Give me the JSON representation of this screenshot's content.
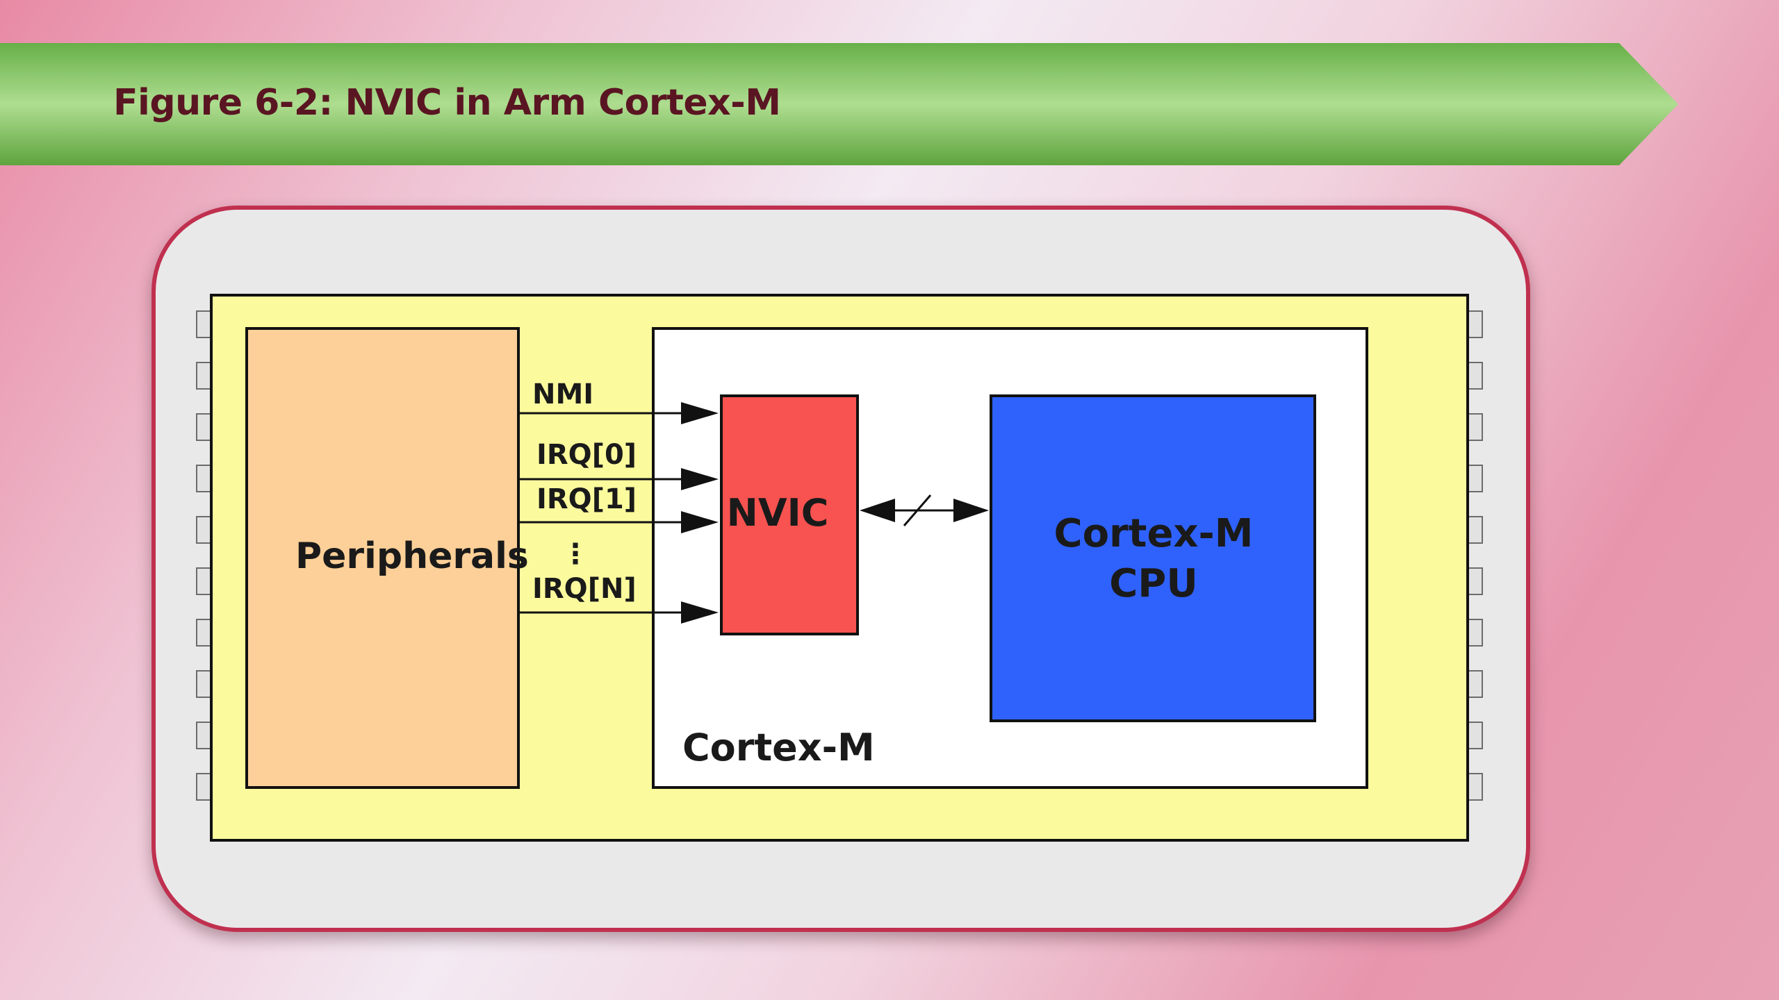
{
  "header": {
    "title": "Figure 6-2: NVIC in Arm Cortex-M"
  },
  "diagram": {
    "blocks": {
      "peripherals": "Peripherals",
      "nvic": "NVIC",
      "cpu_line1": "Cortex-M",
      "cpu_line2": "CPU",
      "core": "Cortex-M"
    },
    "signals": {
      "nmi": "NMI",
      "irq0": "IRQ[0]",
      "irq1": "IRQ[1]",
      "ellipsis": "⋮",
      "irqn": "IRQ[N]"
    },
    "colors": {
      "chip": "#fbfb9e",
      "peripherals": "#fcd098",
      "nvic": "#f85350",
      "cpu": "#2f62fc",
      "core": "#ffffff",
      "banner": "#7cc15a",
      "card_border": "#c0304f",
      "title": "#5a1522"
    }
  }
}
